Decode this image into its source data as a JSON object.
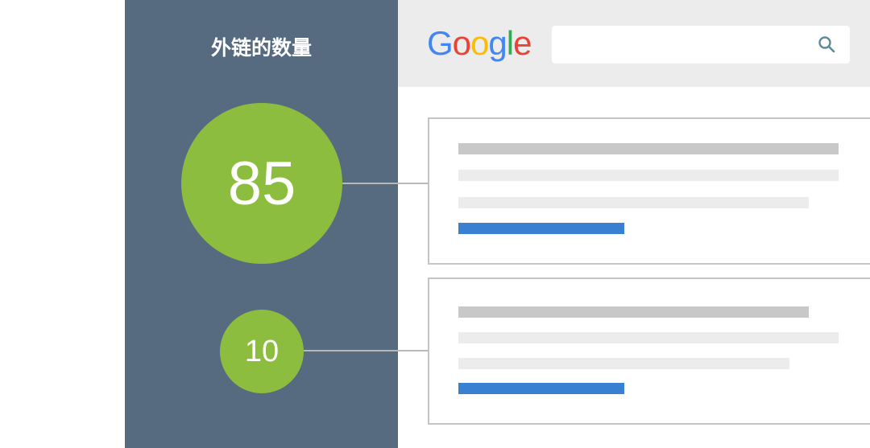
{
  "panel": {
    "title": "外链的数量"
  },
  "results": [
    {
      "backlinks": "85"
    },
    {
      "backlinks": "10"
    }
  ],
  "header": {
    "logo": "Google",
    "search_placeholder": ""
  },
  "colors": {
    "panel": "#566a80",
    "circle": "#8cbd3f",
    "link_bar": "#3a80d0",
    "header_bg": "#ececec"
  },
  "icons": {
    "search": "search-icon"
  }
}
